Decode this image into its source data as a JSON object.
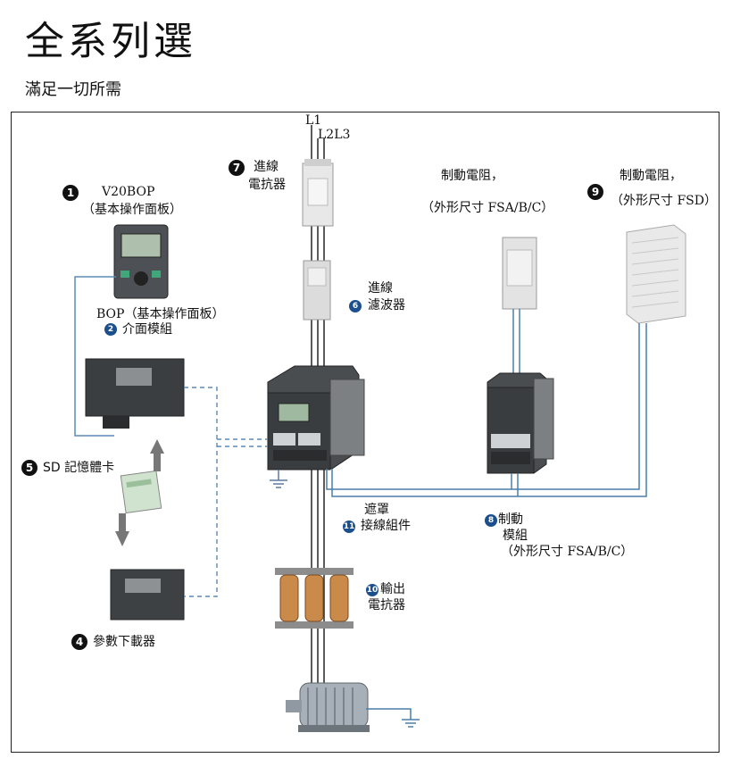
{
  "header": {
    "title": "全系列選",
    "subtitle": "滿足一切所需"
  },
  "diagram": {
    "line_labels": {
      "l1": "L1",
      "l2l3": "L2L3"
    },
    "items": [
      {
        "num": "1",
        "lines": [
          "V20BOP",
          "（基本操作面板）"
        ]
      },
      {
        "num": "2",
        "lines": [
          "BOP（基本操作面板）",
          "介面模組"
        ]
      },
      {
        "num": "4",
        "lines": [
          "參數下載器"
        ]
      },
      {
        "num": "5",
        "lines": [
          "SD 記憶體卡"
        ]
      },
      {
        "num": "6",
        "lines": [
          "進線",
          "濾波器"
        ]
      },
      {
        "num": "7",
        "lines": [
          "進線",
          "電抗器"
        ]
      },
      {
        "num": "8",
        "lines": [
          "制動",
          "模組",
          "（外形尺寸 FSA/B/C）"
        ]
      },
      {
        "num": "9",
        "lines": [
          "制動電阻，",
          "（外形尺寸 FSD）"
        ]
      },
      {
        "num": "10",
        "lines": [
          "輸出",
          "電抗器"
        ]
      },
      {
        "num": "11",
        "lines": [
          "遮罩",
          "接線組件"
        ]
      }
    ],
    "brake_resistor_small": {
      "lines": [
        "制動電阻，",
        "（外形尺寸 FSA/B/C）"
      ]
    }
  },
  "colors": {
    "wire_blue": "#4a7fa8",
    "device_dark": "#3a3d40",
    "badge_blue": "#1c4f8e"
  }
}
